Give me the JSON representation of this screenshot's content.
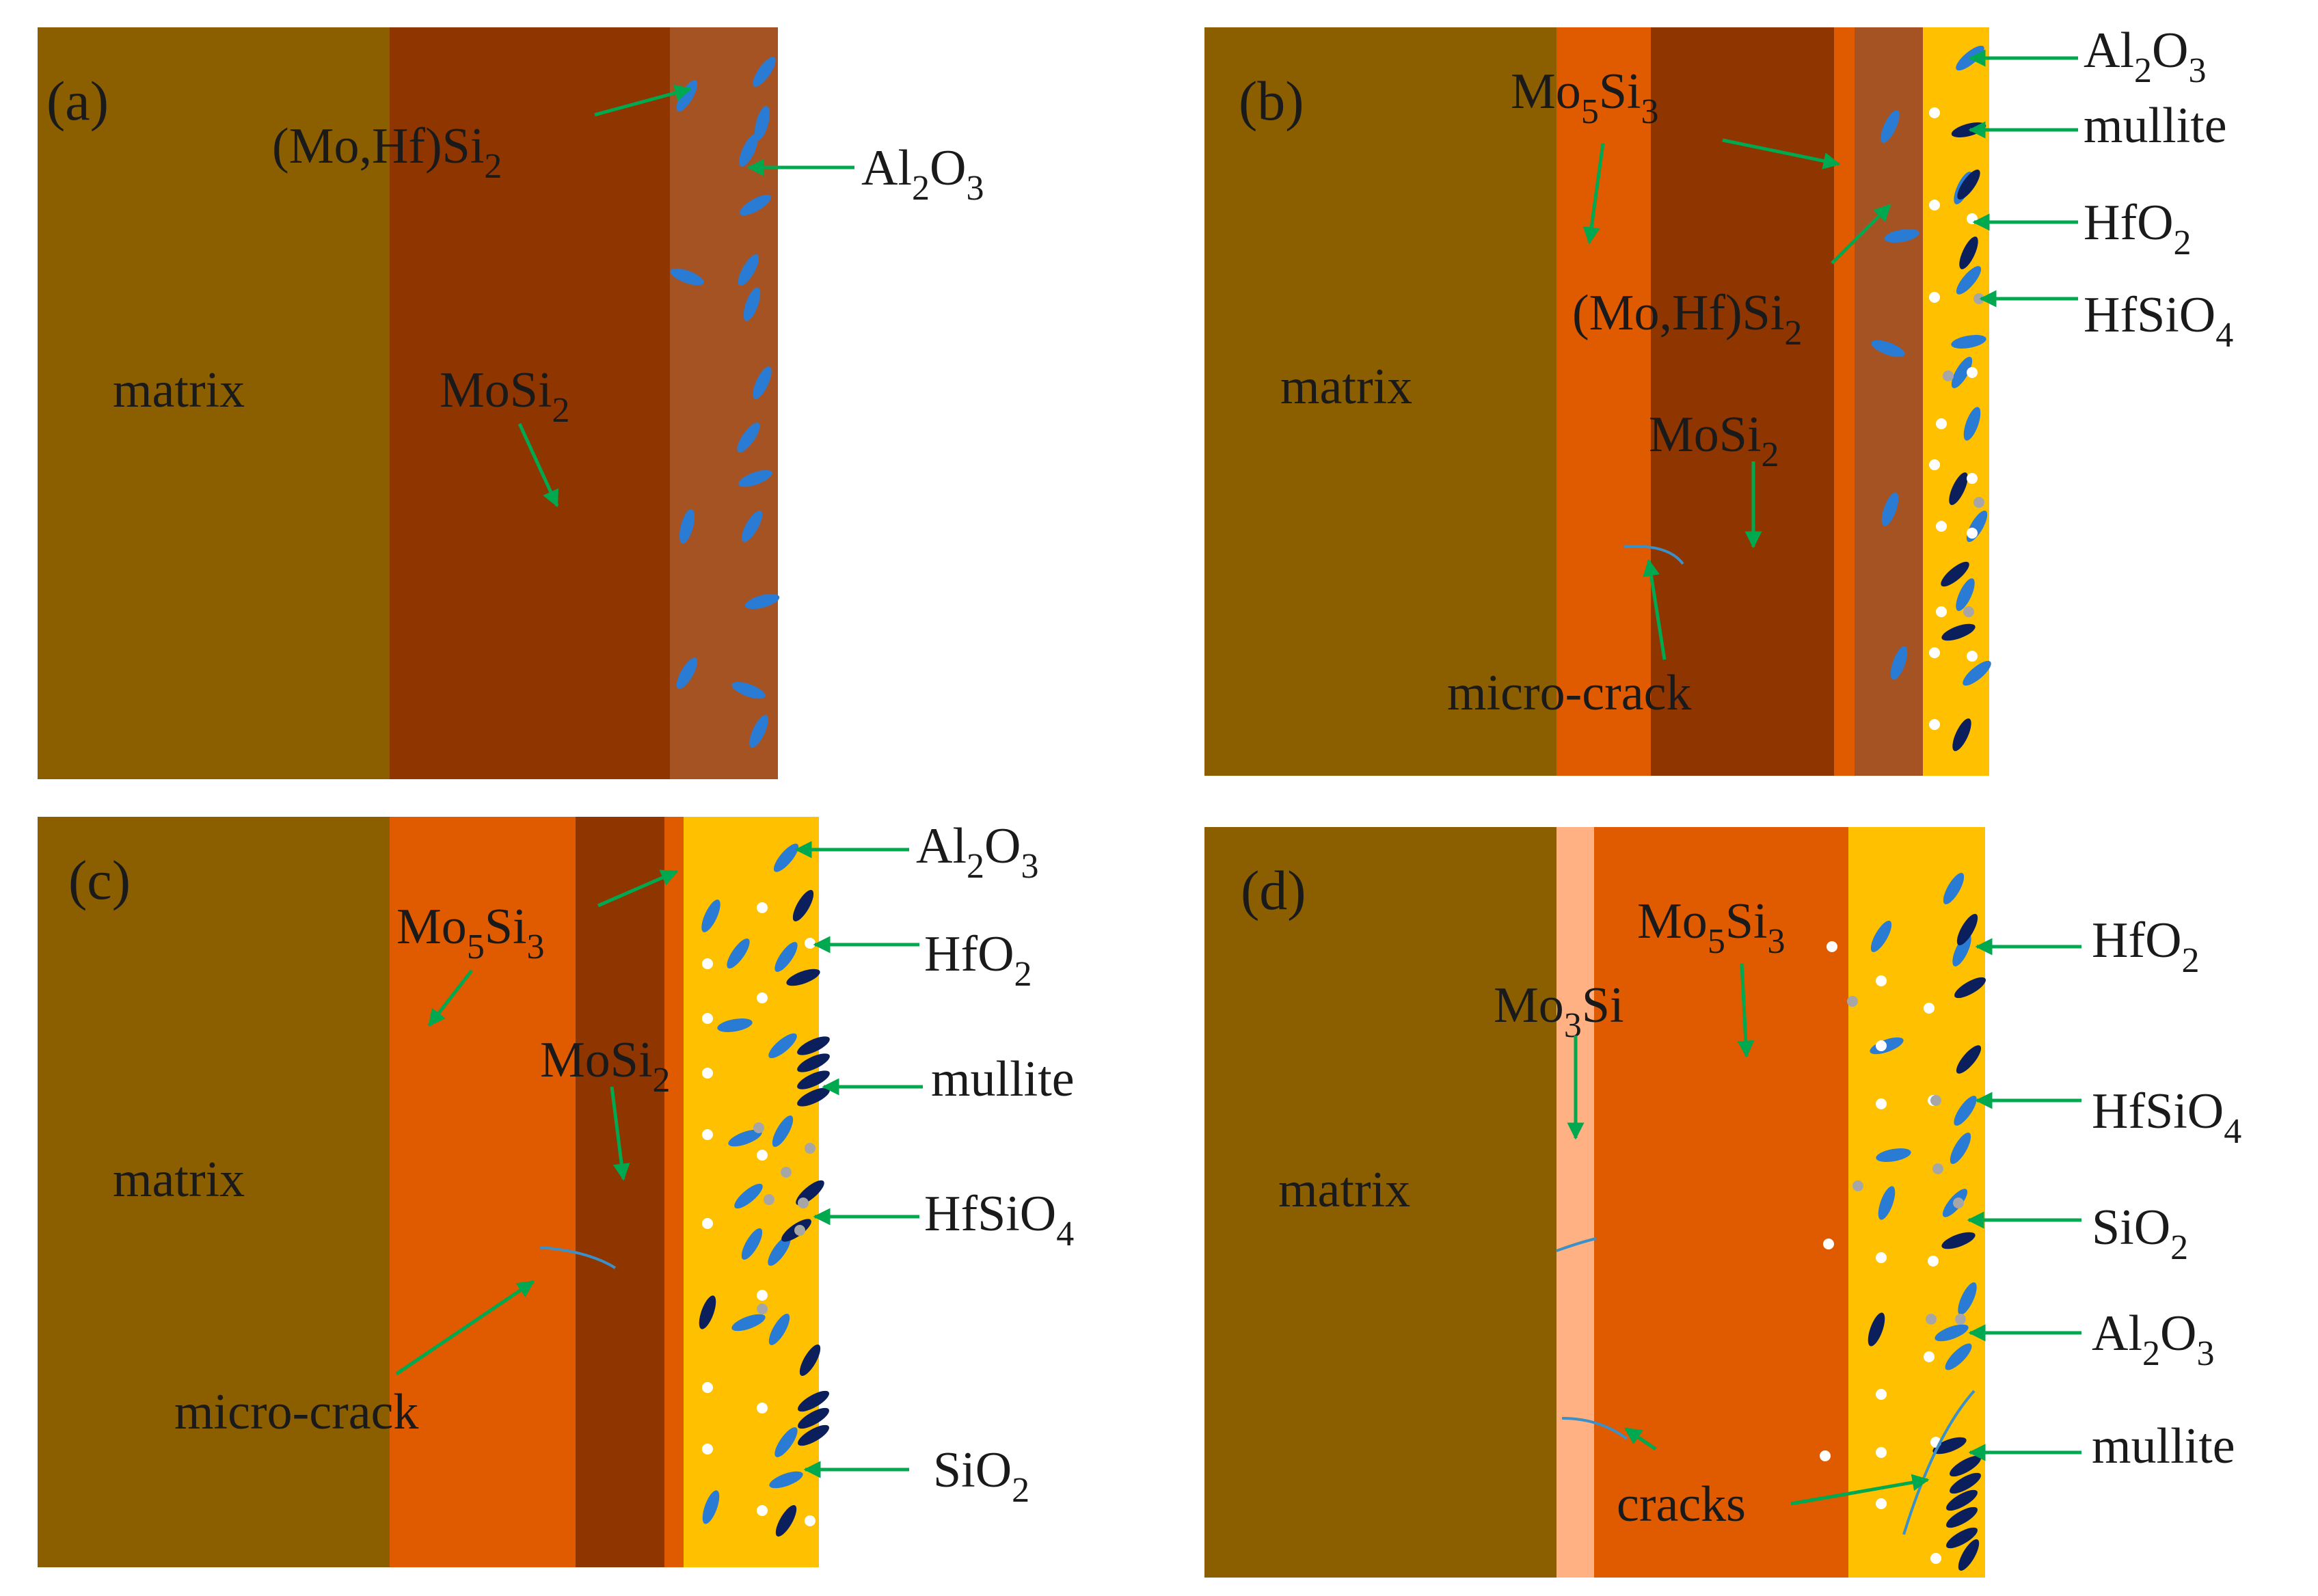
{
  "colors": {
    "matrix": "#8B5E00",
    "mosi2": "#8F3500",
    "mo5si3": "#E05A00",
    "mo3si": "#FFB183",
    "mohfsi2": "#A65323",
    "oxide": "#FFC000",
    "al2o3": "#2A7BD3",
    "mullite": "#0B1F5C",
    "hfo2_dot": "#FFFFFF",
    "hfsio4_dot": "#A6A6A6",
    "crack": "#3C8FC7",
    "arrow": "#00A84F"
  },
  "panels": [
    {
      "id": "a",
      "label": "(a)",
      "texts": [
        {
          "text": "matrix"
        },
        {
          "text": "MoSi",
          "sub": "2"
        },
        {
          "text": "(Mo,Hf)Si",
          "sub": "2"
        },
        {
          "text": "Al",
          "sub": "2",
          "text2": "O",
          "sub2": "3"
        }
      ]
    },
    {
      "id": "b",
      "label": "(b)",
      "texts": [
        {
          "text": "matrix"
        },
        {
          "text": "Mo",
          "sub": "5",
          "text2": "Si",
          "sub2": "3"
        },
        {
          "text": "(Mo,Hf)Si",
          "sub": "2"
        },
        {
          "text": "MoSi",
          "sub": "2"
        },
        {
          "text": "micro-crack"
        },
        {
          "text": "Al",
          "sub": "2",
          "text2": "O",
          "sub2": "3"
        },
        {
          "text": "mullite"
        },
        {
          "text": "HfO",
          "sub": "2"
        },
        {
          "text": "HfSiO",
          "sub": "4"
        }
      ]
    },
    {
      "id": "c",
      "label": "(c)",
      "texts": [
        {
          "text": "matrix"
        },
        {
          "text": "Mo",
          "sub": "5",
          "text2": "Si",
          "sub2": "3"
        },
        {
          "text": "MoSi",
          "sub": "2"
        },
        {
          "text": "micro-crack"
        },
        {
          "text": "Al",
          "sub": "2",
          "text2": "O",
          "sub2": "3"
        },
        {
          "text": "HfO",
          "sub": "2"
        },
        {
          "text": "mullite"
        },
        {
          "text": "HfSiO",
          "sub": "4"
        },
        {
          "text": "SiO",
          "sub": "2"
        }
      ]
    },
    {
      "id": "d",
      "label": "(d)",
      "texts": [
        {
          "text": "matrix"
        },
        {
          "text": "Mo",
          "sub": "3",
          "text2": "Si"
        },
        {
          "text": "Mo",
          "sub": "5",
          "text2": "Si",
          "sub2": "3"
        },
        {
          "text": "cracks"
        },
        {
          "text": "HfO",
          "sub": "2"
        },
        {
          "text": "HfSiO",
          "sub": "4"
        },
        {
          "text": "SiO",
          "sub": "2"
        },
        {
          "text": "Al",
          "sub": "2",
          "text2": "O",
          "sub2": "3"
        },
        {
          "text": "mullite"
        }
      ]
    }
  ]
}
